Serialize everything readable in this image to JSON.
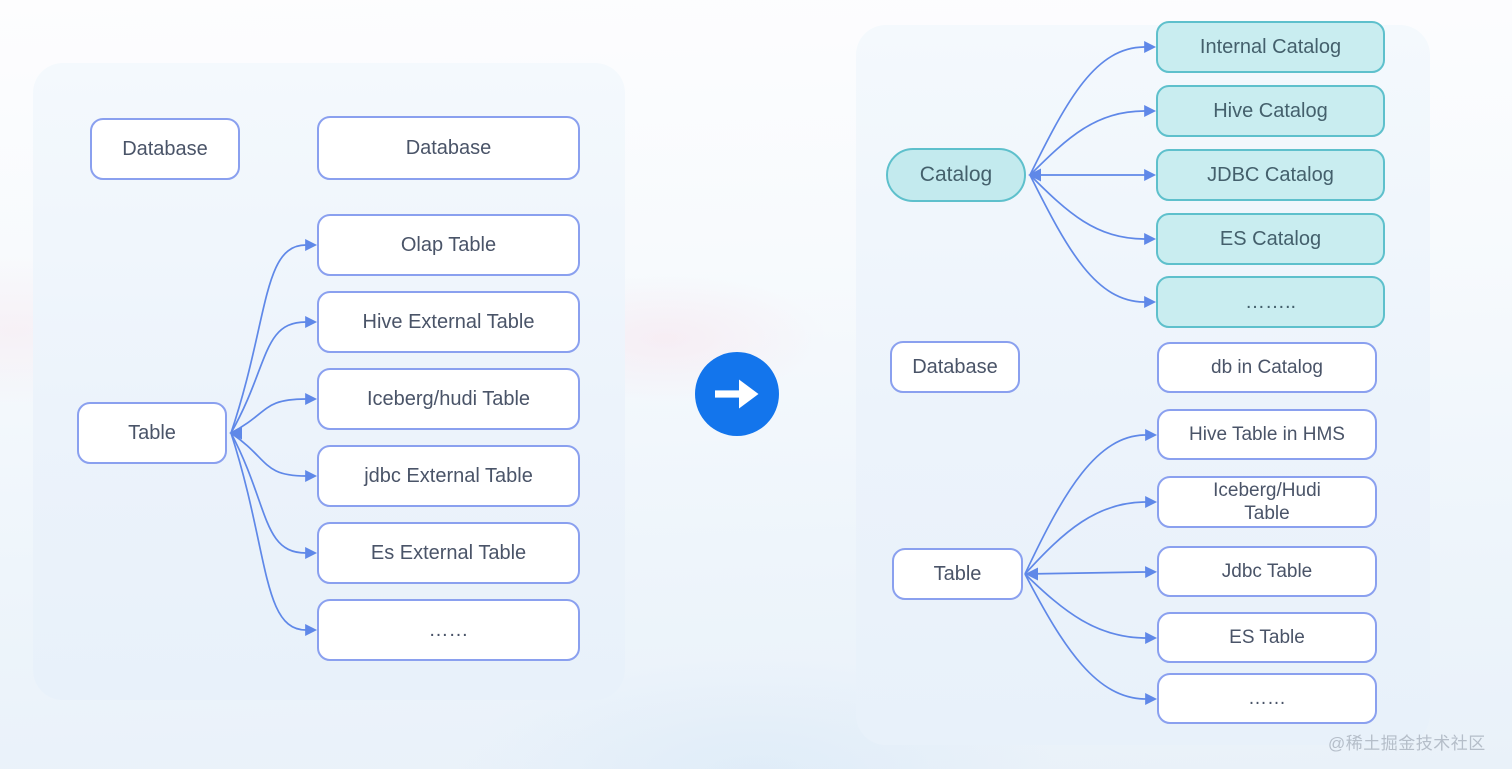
{
  "before": {
    "database": "Database",
    "database_child": "Database",
    "table": "Table",
    "table_children": [
      "Olap Table",
      "Hive External Table",
      "Iceberg/hudi Table",
      "jdbc External Table",
      "Es External Table",
      "……"
    ]
  },
  "after": {
    "catalog": "Catalog",
    "catalog_children": [
      "Internal Catalog",
      "Hive Catalog",
      "JDBC Catalog",
      "ES Catalog",
      "…….."
    ],
    "database": "Database",
    "database_child": "db in Catalog",
    "table": "Table",
    "table_children": [
      "Hive Table in HMS",
      "Iceberg/Hudi\nTable",
      "Jdbc Table",
      "ES Table",
      "……"
    ]
  },
  "watermark": "@稀土掘金技术社区",
  "colors": {
    "periwinkle_border": "#8aa0ef",
    "node_text": "#4a5468",
    "teal_border": "#5ec0cc",
    "teal_fill": "#c9edf0",
    "teal_text": "#44606c",
    "connector": "#5f88e8",
    "transform_circle": "#1375ec",
    "panel_fill": "#ecf3fb",
    "watermark_text": "#b5bec9"
  }
}
